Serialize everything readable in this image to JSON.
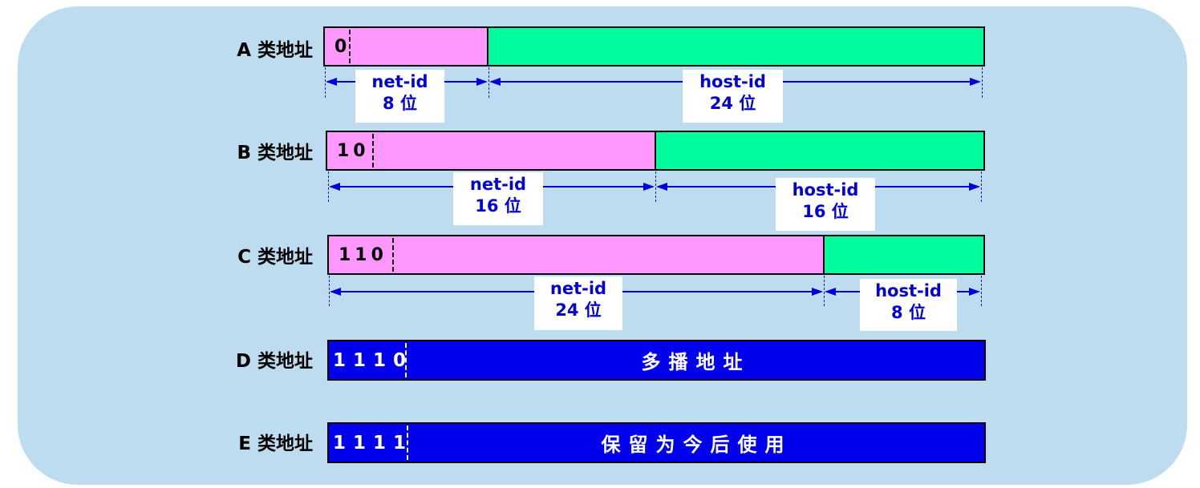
{
  "rows": [
    {
      "label": "A 类地址",
      "bits": "0",
      "net_label": "net-id",
      "net_bits": "8 位",
      "host_label": "host-id",
      "host_bits": "24 位"
    },
    {
      "label": "B 类地址",
      "bits": "10",
      "net_label": "net-id",
      "net_bits": "16 位",
      "host_label": "host-id",
      "host_bits": "16 位"
    },
    {
      "label": "C 类地址",
      "bits": "110",
      "net_label": "net-id",
      "net_bits": "24 位",
      "host_label": "host-id",
      "host_bits": "8 位"
    },
    {
      "label": "D 类地址",
      "bits": "1110",
      "content": "多播地址"
    },
    {
      "label": "E 类地址",
      "bits": "1111",
      "content": "保留为今后使用"
    }
  ],
  "colors": {
    "background": "#bedcf0",
    "net_id": "#fe98fe",
    "host_id": "#00fd9d",
    "special": "#0000ed",
    "annotation": "#0000d6"
  }
}
